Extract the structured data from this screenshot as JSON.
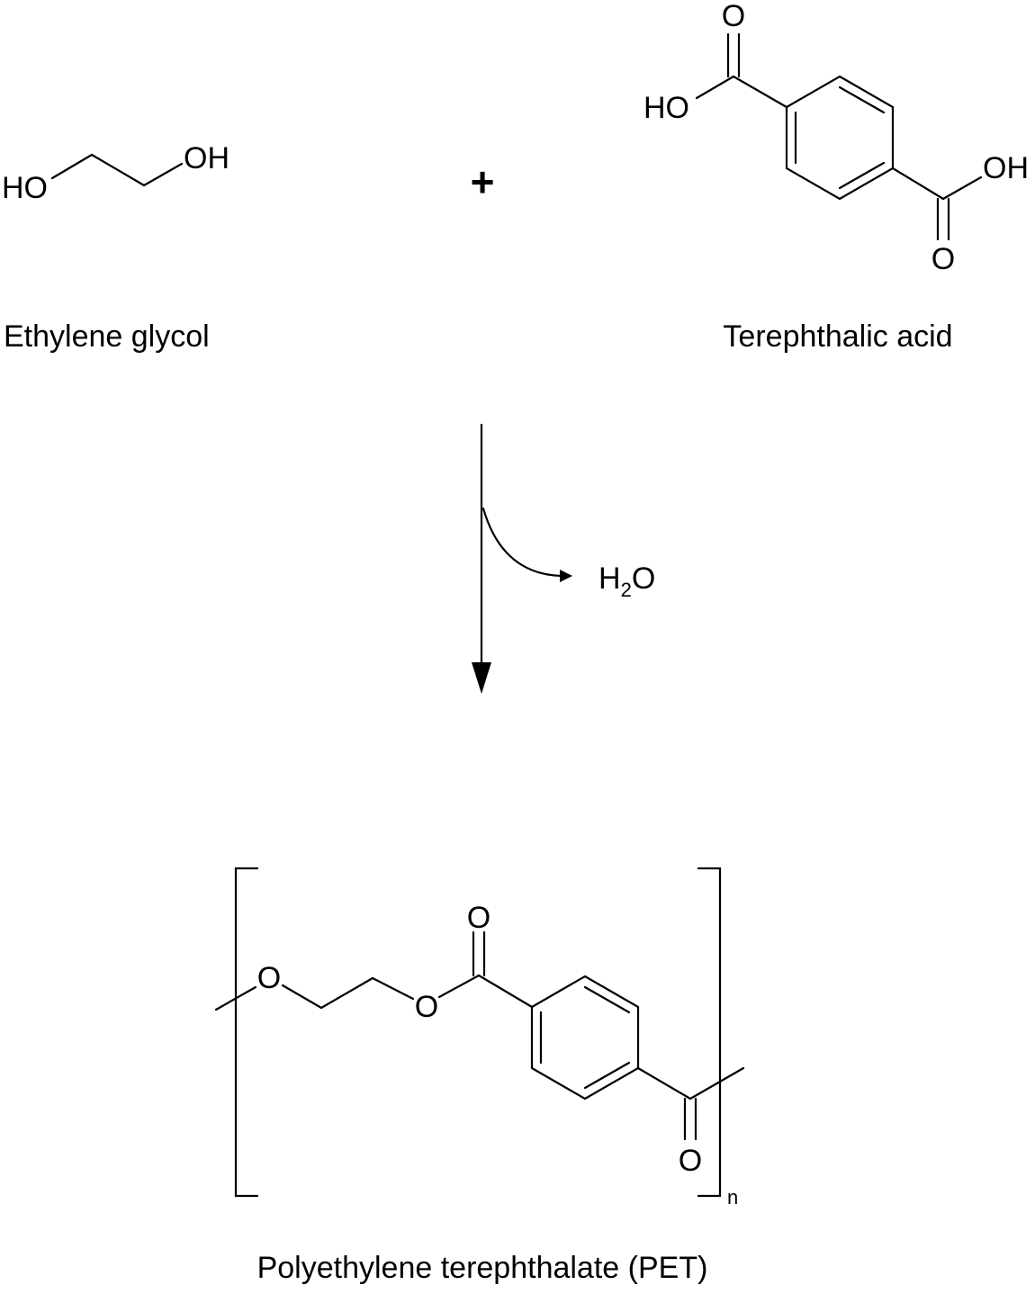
{
  "reactants": [
    {
      "name": "Ethylene glycol",
      "atoms": {
        "ho": "HO",
        "oh": "OH"
      }
    },
    {
      "name": "Terephthalic acid",
      "atoms": {
        "o_top": "O",
        "ho": "HO",
        "oh": "OH",
        "o_bottom": "O"
      }
    }
  ],
  "plus_sign": "+",
  "byproduct": {
    "h": "H",
    "subscript": "2",
    "o": "O"
  },
  "product": {
    "name": "Polyethylene terephthalate (PET)",
    "atoms": {
      "o_ether1": "O",
      "o_ester": "O",
      "o_carbonyl_top": "O",
      "o_carbonyl_bottom": "O"
    },
    "repeat_subscript": "n"
  }
}
